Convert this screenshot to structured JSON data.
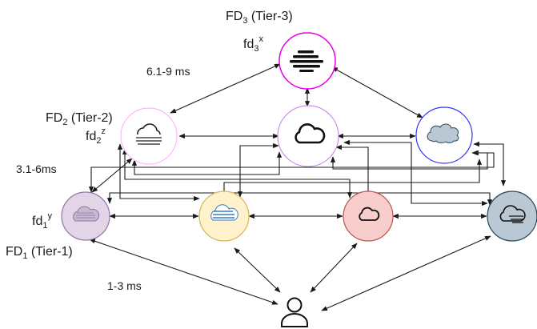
{
  "labels": {
    "tier3": {
      "base": "FD",
      "sub": "3",
      "tail": " (Tier-3)"
    },
    "tier2": {
      "base": "FD",
      "sub": "2",
      "tail": " (Tier-2)"
    },
    "tier1": {
      "base": "FD",
      "sub": "1",
      "tail": " (Tier-1)"
    },
    "fd3": {
      "base": "fd",
      "sub": "3",
      "sup": "x"
    },
    "fd2": {
      "base": "fd",
      "sub": "2",
      "sup": "z"
    },
    "fd1": {
      "base": "fd",
      "sub": "1",
      "sup": "y"
    },
    "lat_t3": "6.1-9 ms",
    "lat_t2": "3.1-6ms",
    "lat_t1": "1-3 ms"
  },
  "nodes": {
    "tier3": {
      "fill": "#ffffff",
      "stroke": "#e600e6",
      "icon": "cloud-stack-icon"
    },
    "tier2": {
      "fill": "#ffffff",
      "stroke": "#ffb3ff",
      "icon": "cloud-lines-icon"
    },
    "center_cloud": {
      "fill": "#ffffff",
      "stroke": "#c78ae6",
      "icon": "cloud-outline-icon"
    },
    "gray_cloud": {
      "fill": "#ffffff",
      "stroke": "#3333ff",
      "icon": "gray-cloud-icon"
    },
    "tier1": {
      "fill": "#e1d5e7",
      "stroke": "#9673a6",
      "icon": "cloud-striped-icon"
    },
    "yellow": {
      "fill": "#fff2cc",
      "stroke": "#d6b656",
      "icon": "cloud-blue-lines-icon"
    },
    "red": {
      "fill": "#f8cecc",
      "stroke": "#b85450",
      "icon": "cloud-small-icon"
    },
    "slate": {
      "fill": "#bac8d3",
      "stroke": "#23445d",
      "icon": "cloud-network-icon"
    }
  },
  "user": {
    "icon": "user-icon"
  }
}
